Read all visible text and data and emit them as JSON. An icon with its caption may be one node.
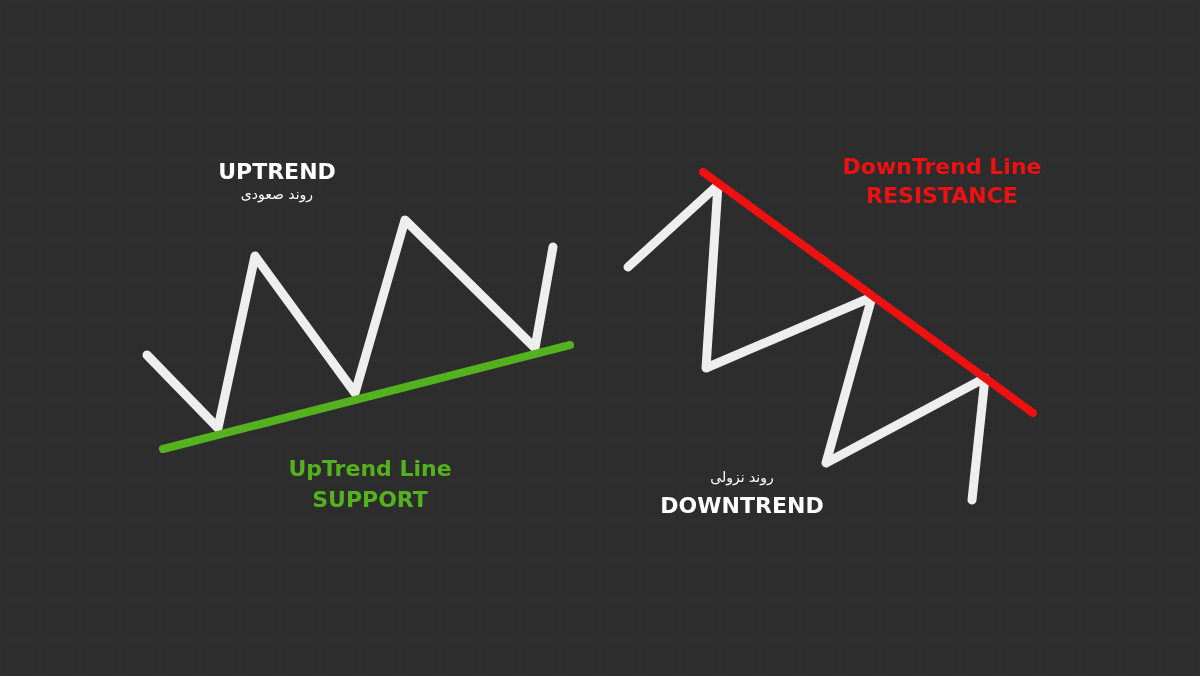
{
  "diagram": {
    "labels": [
      "UPTREND",
      "روند صعودی",
      "DownTrend Line",
      "RESISTANCE",
      "UpTrend Line",
      "SUPPORT",
      "روند نزولی",
      "DOWNTREND"
    ]
  }
}
